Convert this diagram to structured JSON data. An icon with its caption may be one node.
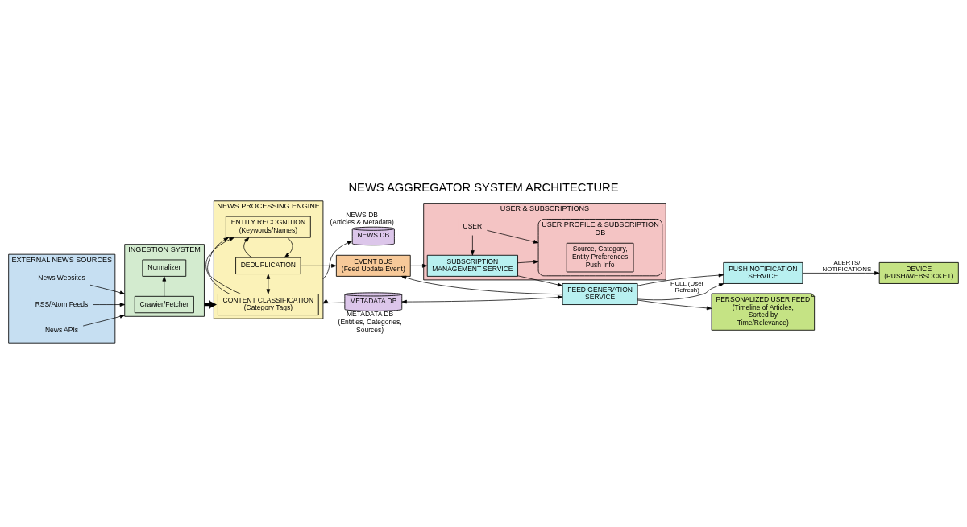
{
  "diagram": {
    "title": "NEWS AGGREGATOR SYSTEM ARCHITECTURE",
    "nodes": [
      {
        "text": [
          "EXTERNAL NEWS SOURCES"
        ]
      },
      {
        "text": [
          "News Websites"
        ],
        "in": 0
      },
      {
        "text": [
          "RSS/Atom Feeds"
        ],
        "in": 0
      },
      {
        "text": [
          "News APIs"
        ],
        "in": 0
      },
      {
        "text": [
          "INGESTION SYSTEM"
        ]
      },
      {
        "text": [
          "Crawier/Fetcher"
        ],
        "in": 4
      },
      {
        "text": [
          "Normalizer"
        ],
        "in": 4
      },
      {
        "text": [
          "NEWS PROCESSING ENGINE"
        ]
      },
      {
        "text": [
          "CONTENT CLASSIFICATION",
          "(Category Tags)"
        ],
        "in": 7
      },
      {
        "text": [
          "ENTITY RECOGNITION",
          "(Keywords/Names)"
        ],
        "in": 7
      },
      {
        "text": [
          "DEDUPLICATION"
        ],
        "in": 7
      },
      {
        "text": [
          "EVENT BUS",
          "(Feed Update Event)"
        ]
      },
      {
        "text": [
          "USER & SUBSCRIPTIONS"
        ]
      },
      {
        "text": [
          "USER"
        ],
        "in": 12
      },
      {
        "text": [
          "USER PROFILE & SUBSCRIPTION DB"
        ],
        "in": 12
      },
      {
        "text": [
          "Source, Category, Entity Preferences",
          "Push Info"
        ],
        "in": 14
      },
      {
        "text": [
          "SUBSCRIPTION MANAGEMENT SERVICE"
        ],
        "in": 12
      },
      {
        "text": [
          "FEED GENERATION SERVICE"
        ]
      },
      {
        "text": [
          "NEWS DB"
        ],
        "beside": [
          "NEWS DB",
          "(Articles & Metadata)"
        ]
      },
      {
        "text": [
          "METADATA DB"
        ],
        "beside": [
          "METADATA DB",
          "(Entities, Categories, Sources)"
        ]
      },
      {
        "text": [
          "PUSH NOTIFICATION SERVICE"
        ]
      },
      {
        "text": [
          "PERSONALIZED USER FEED",
          "(Timeline of Articles, Sorted by Time/Relevance)"
        ]
      },
      {
        "text": [
          "DEVICE",
          "(PUSH/WEBSOCKET)"
        ]
      }
    ],
    "edges": [
      {
        "from": 1,
        "to": 4,
        "arrow": "to"
      },
      {
        "from": 2,
        "to": 4,
        "arrow": "to"
      },
      {
        "from": 3,
        "to": 4,
        "arrow": "to"
      },
      {
        "from": 5,
        "to": 6,
        "arrow": "to"
      },
      {
        "from": 4,
        "to": 7,
        "arrow": "to",
        "style": "thick"
      },
      {
        "from": 8,
        "to": 9,
        "arrow": "to"
      },
      {
        "from": 9,
        "to": 10,
        "arrow": "to"
      },
      {
        "from": 8,
        "to": 10,
        "arrow": "both"
      },
      {
        "from": 8,
        "to": 9,
        "arrow": "to"
      },
      {
        "from": 10,
        "to": 9,
        "arrow": "to"
      },
      {
        "from": 10,
        "to": 11,
        "arrow": "to"
      },
      {
        "from": 11,
        "to": 16,
        "arrow": "to"
      },
      {
        "from": 13,
        "to": 16,
        "arrow": "to"
      },
      {
        "from": 13,
        "to": 14,
        "arrow": "to"
      },
      {
        "from": 16,
        "to": 14,
        "arrow": "to"
      },
      {
        "from": 16,
        "to": 17,
        "arrow": "to"
      },
      {
        "from": 17,
        "to": 11,
        "arrow": "to"
      },
      {
        "from": 19,
        "to": 17,
        "arrow": "both"
      },
      {
        "from": 17,
        "to": 20,
        "arrow": "to",
        "label": "PULL (User Refresh)"
      },
      {
        "from": 17,
        "to": 20,
        "arrow": "to"
      },
      {
        "from": 17,
        "to": 21,
        "arrow": "to"
      },
      {
        "from": 20,
        "to": 22,
        "arrow": "to",
        "label": "ALERTS/ NOTIFICATIONS"
      },
      {
        "from": 7,
        "to": 18,
        "arrow": "to"
      },
      {
        "from": 19,
        "to": 7,
        "arrow": "to"
      }
    ]
  }
}
